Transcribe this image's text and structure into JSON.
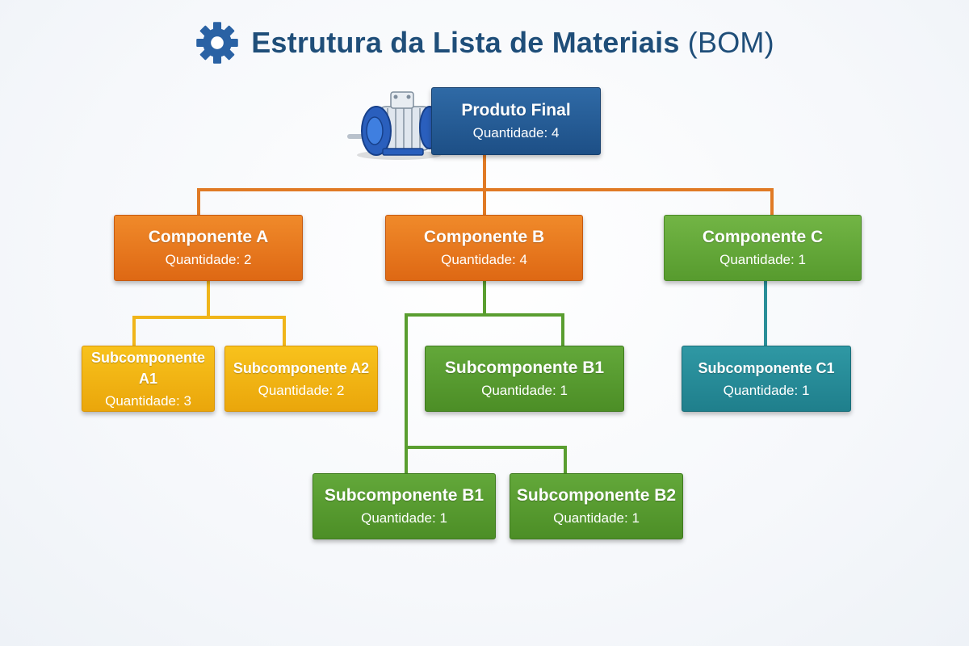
{
  "title": {
    "main": "Estrutura da Lista de Materiais",
    "paren": "(BOM)"
  },
  "colors": {
    "title": "#1f4e79",
    "produto": "#1d4f86",
    "componente_ab": "#de6814",
    "componente_c": "#579b2e",
    "sub_a": "#eaa60b",
    "sub_b": "#4c8e26",
    "sub_c": "#1f7f8c"
  },
  "icons": [
    "gear-icon",
    "electric-motor-icon"
  ],
  "nodes": {
    "produto": {
      "name": "Produto Final",
      "qty": "Quantidade: 4"
    },
    "comp_a": {
      "name": "Componente A",
      "qty": "Quantidade: 2"
    },
    "comp_b": {
      "name": "Componente B",
      "qty": "Quantidade: 4"
    },
    "comp_c": {
      "name": "Componente C",
      "qty": "Quantidade: 1"
    },
    "sub_a1": {
      "name": "Subcomponente A1",
      "qty": "Quantidade: 3"
    },
    "sub_a2": {
      "name": "Subcomponente A2",
      "qty": "Quantidade: 2"
    },
    "sub_b1_top": {
      "name": "Subcomponente B1",
      "qty": "Quantidade: 1"
    },
    "sub_c1": {
      "name": "Subcomponente C1",
      "qty": "Quantidade: 1"
    },
    "sub_b1_bottom": {
      "name": "Subcomponente B1",
      "qty": "Quantidade: 1"
    },
    "sub_b2": {
      "name": "Subcomponente B2",
      "qty": "Quantidade: 1"
    }
  }
}
